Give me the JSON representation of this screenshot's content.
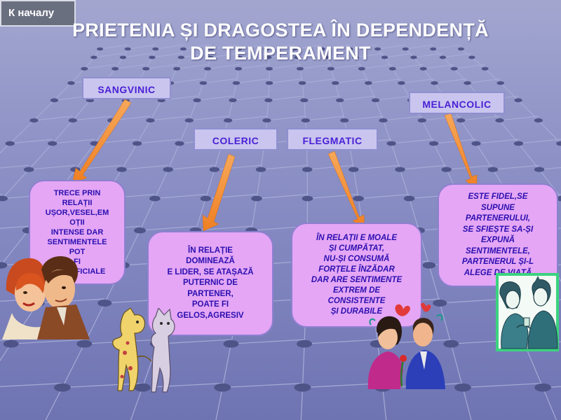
{
  "nav": {
    "back_label": "К началу"
  },
  "title": {
    "line1": "PRIETENIA ȘI DRAGOSTEA ÎN DEPENDENȚĂ",
    "line2": "DE TEMPERAMENT"
  },
  "temperaments": [
    {
      "label": "SANGVINIC",
      "text": "TRECE PRIN\nRELAȚII\nUȘOR,VESEL,EM\nOȚII\nINTENSE DAR\nSENTIMENTELE\nPOT\nFI\nSUPERFICIALE"
    },
    {
      "label": "COLERIC",
      "text": "ÎN RELAȚIE\nDOMINEAZĂ\nE LIDER,  SE ATAȘAZĂ\nPUTERNIC DE\nPARTENER,\nPOATE FI\nGELOS,AGRESIV"
    },
    {
      "label": "FLEGMATIC",
      "text": "ÎN RELAȚII E MOALE\nȘI CUMPĂTAT,\nNU-ȘI CONSUMĂ\nFORȚELE ÎNZĂDAR\nDAR ARE SENTIMENTE\nEXTREM DE\nCONSISTENTE\nȘI DURABILE"
    },
    {
      "label": "MELANCOLIC",
      "text": "ESTE FIDEL,SE\nSUPUNE\nPARTENERULUI,\nSE SFIEȘTE SA-ȘI\nEXPUNĂ\nSENTIMENTELE,\nPARTENERUL ȘI-L\nALEGE DE VIAȚĂ"
    }
  ],
  "colors": {
    "arrow": "#f4923a",
    "label_text": "#4a1fd6",
    "bubble_fill": "#e4a6f5",
    "title": "#ffffff"
  },
  "clipart": [
    "couple-cheek-illustration",
    "cats-pair-illustration",
    "couple-flower-illustration",
    "couple-green-illustration"
  ]
}
